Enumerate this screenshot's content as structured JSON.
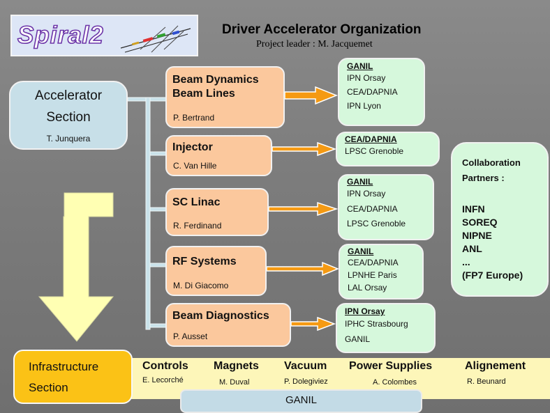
{
  "header": {
    "logo_text": "Spiral2",
    "title": "Driver Accelerator Organization",
    "subtitle": "Project leader : M. Jacquemet"
  },
  "accelerator_section": {
    "line1": "Accelerator",
    "line2": "Section",
    "leader": "T. Junquera"
  },
  "groups": [
    {
      "name_lines": [
        "Beam Dynamics",
        "Beam Lines"
      ],
      "leader": "P. Bertrand",
      "partners": {
        "lead": "GANIL",
        "items": [
          "IPN Orsay",
          "CEA/DAPNIA",
          "IPN Lyon"
        ]
      }
    },
    {
      "name_lines": [
        "Injector"
      ],
      "leader": "C. Van Hille",
      "partners": {
        "lead": "CEA/DAPNIA",
        "items": [
          "LPSC Grenoble"
        ]
      }
    },
    {
      "name_lines": [
        "SC Linac"
      ],
      "leader": "R. Ferdinand",
      "partners": {
        "lead": "GANIL",
        "items": [
          "IPN Orsay",
          "CEA/DAPNIA",
          "LPSC Grenoble"
        ]
      }
    },
    {
      "name_lines": [
        "RF Systems"
      ],
      "leader": "M. Di Giacomo",
      "partners": {
        "lead": "GANIL",
        "items": [
          "CEA/DAPNIA",
          "LPNHE Paris",
          "LAL Orsay"
        ]
      }
    },
    {
      "name_lines": [
        "Beam Diagnostics"
      ],
      "leader": "P. Ausset",
      "partners": {
        "lead": "IPN Orsay",
        "items": [
          "IPHC Strasbourg",
          "GANIL"
        ]
      }
    }
  ],
  "collaboration": {
    "heading_lines": [
      "Collaboration",
      "Partners :"
    ],
    "members": [
      "INFN",
      "SOREQ",
      "NIPNE",
      "ANL",
      "...",
      "(FP7 Europe)"
    ]
  },
  "infrastructure_section": {
    "line1": "Infrastructure",
    "line2": "Section",
    "items": [
      {
        "name": "Controls",
        "leader": "E. Lecorché"
      },
      {
        "name": "Magnets",
        "leader": "M. Duval"
      },
      {
        "name": "Vacuum",
        "leader": "P. Dolegiviez"
      },
      {
        "name": "Power Supplies",
        "leader": "A. Colombes"
      },
      {
        "name": "Alignement",
        "leader": "R. Beunard"
      }
    ],
    "ganil": "GANIL"
  },
  "colors": {
    "background": "#7d7d7d",
    "section_box": "#c7dfe8",
    "group_box": "#fbc89d",
    "partner_box": "#d6f8dc",
    "infrastructure_box": "#fbc216",
    "infrastructure_strip": "#fdf6b9",
    "arrow": "#f59a13",
    "big_arrow": "#ffffb3",
    "logo_text": "#6c35a8"
  }
}
